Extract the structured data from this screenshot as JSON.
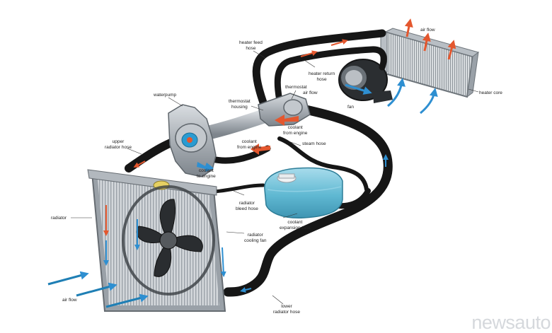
{
  "labels": {
    "air_flow_top": "air flow",
    "heater_feed_hose": "heater feed\nhose",
    "heater_return_hose": "heater return\nhose",
    "air_flow_mid": "air flow",
    "heater_core": "heater core",
    "waterpump": "waterpump",
    "thermostat": "thermostat",
    "thermostat_housing": "thermostat\nhousing",
    "fan": "fan",
    "coolant_from_engine_1": "coolant\nfrom engine",
    "coolant_from_engine_2": "coolant\nfrom engine",
    "steam_hose": "steam hose",
    "upper_radiator_hose": "upper\nradiator hose",
    "coolant_to_engine": "coolant\nto engine",
    "radiator_bleed_hose": "radiator\nbleed hose",
    "radiator": "radiator",
    "coolant_expansion_tank": "coolant\nexpansion tank",
    "radiator_cooling_fan": "radiator\ncooling fan",
    "air_flow_bottom": "air flow",
    "lower_radiator_hose": "lower\nradiator hose"
  },
  "logo": {
    "text": "newsauto"
  },
  "colors": {
    "hose": "#161616",
    "radiator_frame": "#8a9096",
    "radiator_fins": "#c9ced3",
    "tank": "#5fb8d2",
    "engine_metal": "#aeb4ba",
    "flow_hot": "#e4572e",
    "flow_cold": "#2e8fd1",
    "air_arrow": "#1f7fb5"
  }
}
